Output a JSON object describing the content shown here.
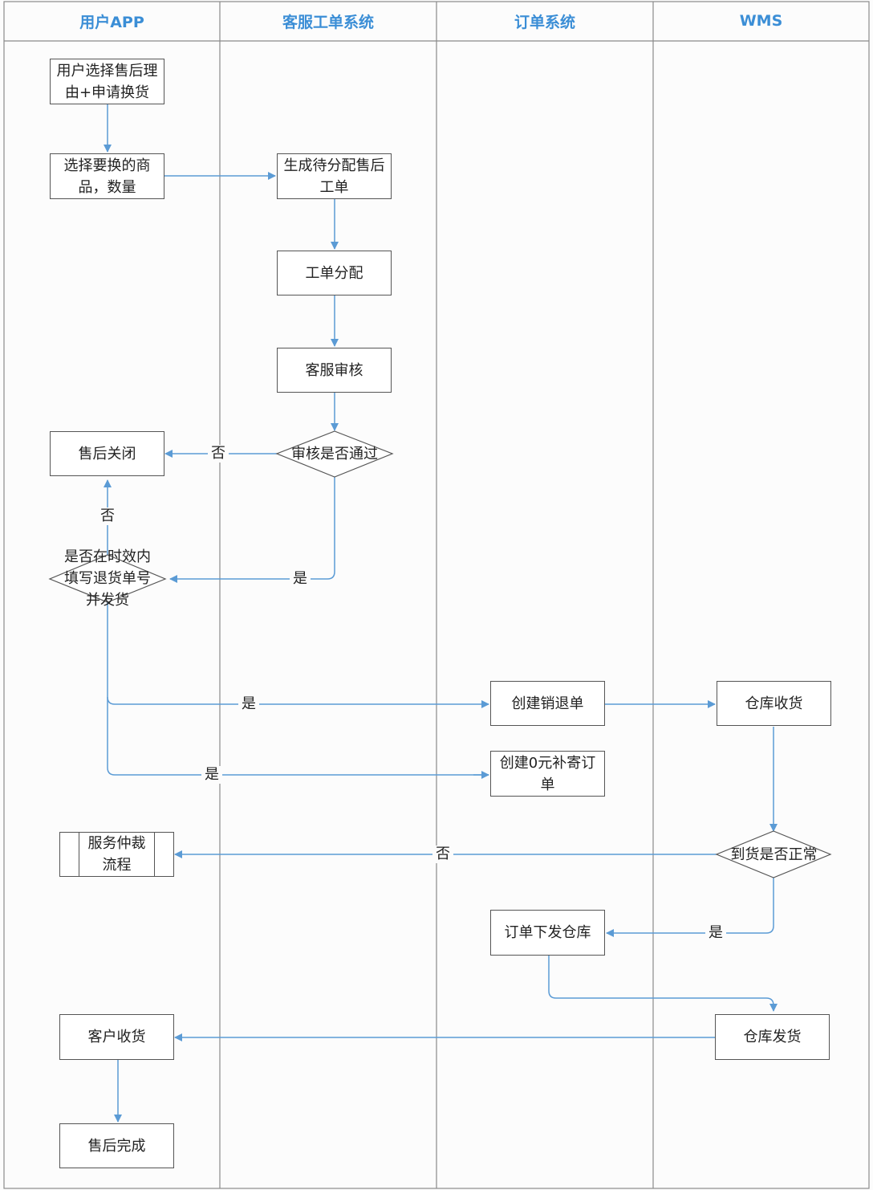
{
  "lanes": {
    "user_app": "用户APP",
    "cs_system": "客服工单系统",
    "order_system": "订单系统",
    "wms": "WMS"
  },
  "nodes": {
    "select_reason": "用户选择售后理由+申请换货",
    "select_goods": "选择要换的商品，数量",
    "gen_ticket": "生成待分配售后工单",
    "assign_ticket": "工单分配",
    "cs_review": "客服审核",
    "review_pass": "审核是否通过",
    "aftersale_close": "售后关闭",
    "within_time_line1": "是否在时效内",
    "within_time_line2": "填写退货单号",
    "within_time_line3": "并发货",
    "create_return": "创建销退单",
    "create_zero_order": "创建0元补寄订单",
    "warehouse_receive": "仓库收货",
    "arrival_normal": "到货是否正常",
    "arbitration": "服务仲裁流程",
    "order_to_warehouse": "订单下发仓库",
    "warehouse_ship": "仓库发货",
    "customer_receive": "客户收货",
    "aftersale_done": "售后完成"
  },
  "edge_labels": {
    "review_no": "否",
    "time_no": "否",
    "review_yes": "是",
    "return_yes": "是",
    "zero_yes": "是",
    "arrival_no": "否",
    "arrival_yes": "是"
  },
  "colors": {
    "lane_header": "#3b8ed6",
    "arrow": "#5b9bd5",
    "border": "#555555"
  }
}
